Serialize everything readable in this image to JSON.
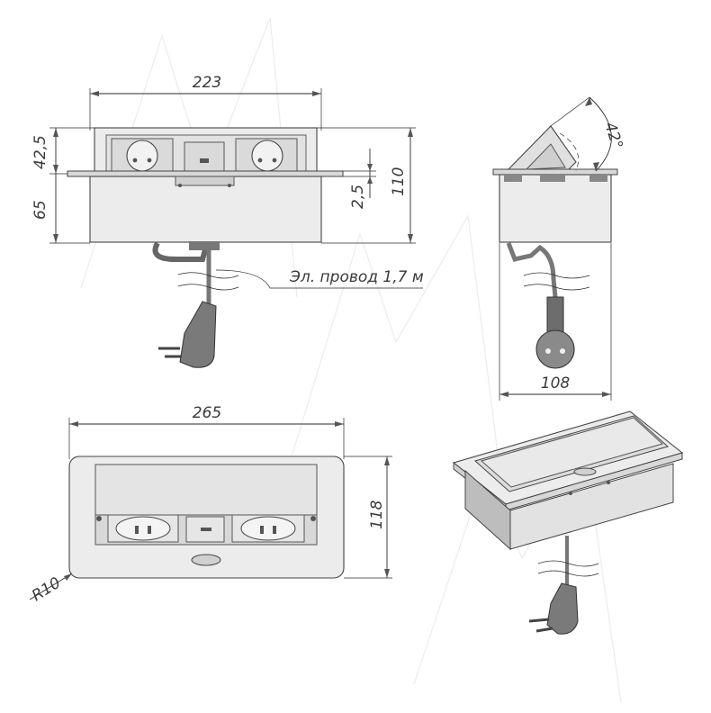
{
  "watermark": "МАМА",
  "front_view": {
    "width_label": "223",
    "top_height_label": "42,5",
    "lower_height_label": "65",
    "total_height_label": "110",
    "flange_label": "2,5",
    "cable_label": "Эл. провод 1,7 м"
  },
  "side_view": {
    "angle_label": "42°",
    "depth_label": "108"
  },
  "top_view": {
    "width_label": "265",
    "height_label": "118",
    "radius_label": "R10"
  }
}
